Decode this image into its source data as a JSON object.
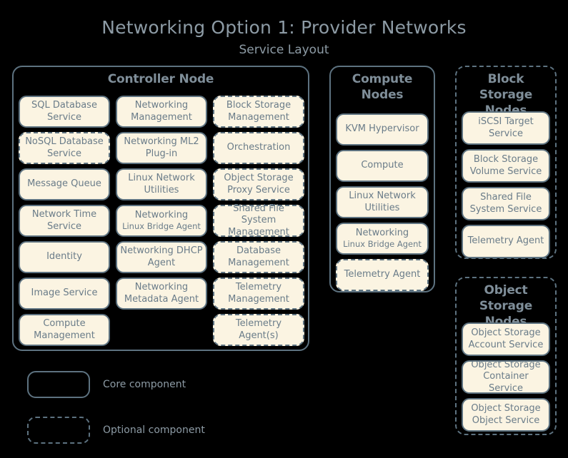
{
  "header": {
    "title": "Networking Option 1: Provider Networks",
    "subtitle": "Service Layout"
  },
  "legend": {
    "core": {
      "label": "Core component",
      "style": "solid"
    },
    "optional": {
      "label": "Optional component",
      "style": "dashed"
    }
  },
  "colors": {
    "background": "#000000",
    "box_fill": "#fbf4e2",
    "box_border": "#5d7280",
    "box_text": "#6a7c89",
    "title_text": "#8d9ba5",
    "panel_title_text": "#7f8e99"
  },
  "panels": [
    {
      "id": "controller-node",
      "title": "Controller Node",
      "style": "solid",
      "columns": [
        {
          "id": "controller-col-1",
          "items": [
            {
              "label": "SQL Database Service",
              "style": "solid"
            },
            {
              "label": "NoSQL Database Service",
              "style": "dashed"
            },
            {
              "label": "Message Queue",
              "style": "solid"
            },
            {
              "label": "Network Time Service",
              "style": "solid"
            },
            {
              "label": "Identity",
              "style": "solid"
            },
            {
              "label": "Image Service",
              "style": "solid"
            },
            {
              "label": "Compute Management",
              "style": "solid"
            }
          ]
        },
        {
          "id": "controller-col-2",
          "items": [
            {
              "label": "Networking Management",
              "style": "solid"
            },
            {
              "label": "Networking ML2 Plug-in",
              "style": "solid"
            },
            {
              "label": "Linux Network Utilities",
              "style": "solid"
            },
            {
              "label": "Networking",
              "sub": "Linux Bridge Agent",
              "style": "solid"
            },
            {
              "label": "Networking DHCP Agent",
              "style": "solid"
            },
            {
              "label": "Networking Metadata Agent",
              "style": "solid"
            }
          ]
        },
        {
          "id": "controller-col-3",
          "items": [
            {
              "label": "Block Storage Management",
              "style": "dashed"
            },
            {
              "label": "Orchestration",
              "style": "dashed"
            },
            {
              "label": "Object Storage Proxy Service",
              "style": "dashed"
            },
            {
              "label": "Shared File System Management",
              "style": "dashed"
            },
            {
              "label": "Database Management",
              "style": "dashed"
            },
            {
              "label": "Telemetry Management",
              "style": "dashed"
            },
            {
              "label": "Telemetry Agent(s)",
              "style": "dashed"
            }
          ]
        }
      ]
    },
    {
      "id": "compute-nodes",
      "title": "Compute Nodes",
      "style": "solid",
      "columns": [
        {
          "id": "compute-col-1",
          "items": [
            {
              "label": "KVM Hypervisor",
              "style": "solid"
            },
            {
              "label": "Compute",
              "style": "solid"
            },
            {
              "label": "Linux Network Utilities",
              "style": "solid"
            },
            {
              "label": "Networking",
              "sub": "Linux Bridge Agent",
              "style": "solid"
            },
            {
              "label": "Telemetry Agent",
              "style": "dashed"
            }
          ]
        }
      ]
    },
    {
      "id": "block-storage-nodes",
      "title": "Block Storage Nodes",
      "style": "dashed",
      "columns": [
        {
          "id": "block-storage-col-1",
          "items": [
            {
              "label": "iSCSI Target Service",
              "style": "solid"
            },
            {
              "label": "Block Storage Volume Service",
              "style": "solid"
            },
            {
              "label": "Shared File System Service",
              "style": "solid"
            },
            {
              "label": "Telemetry Agent",
              "style": "solid"
            }
          ]
        }
      ]
    },
    {
      "id": "object-storage-nodes",
      "title": "Object Storage Nodes",
      "style": "dashed",
      "columns": [
        {
          "id": "object-storage-col-1",
          "items": [
            {
              "label": "Object Storage Account Service",
              "style": "solid"
            },
            {
              "label": "Object Storage Container Service",
              "style": "solid"
            },
            {
              "label": "Object Storage Object Service",
              "style": "solid"
            }
          ]
        }
      ]
    }
  ]
}
